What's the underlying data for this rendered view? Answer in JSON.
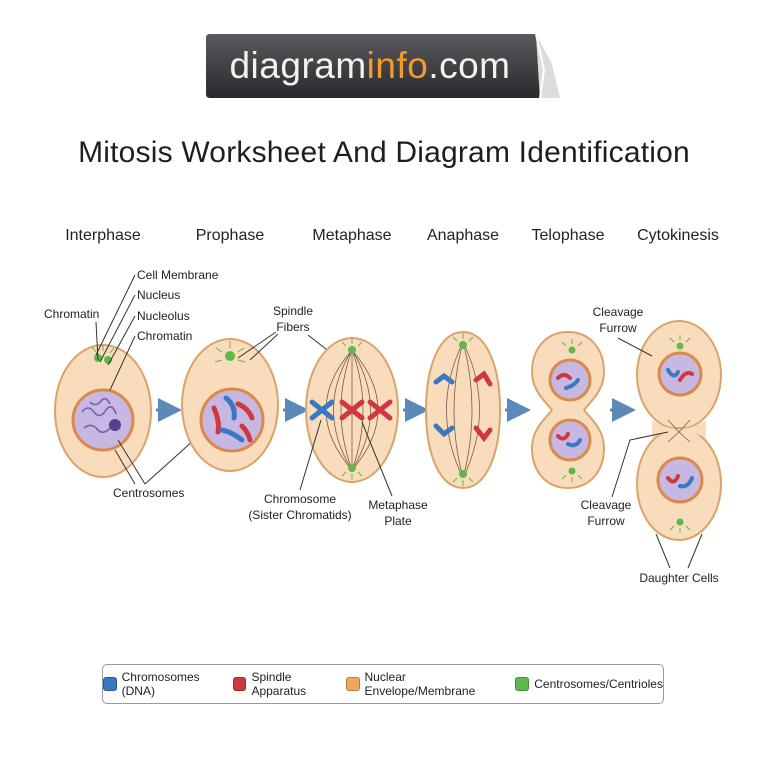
{
  "banner": {
    "text_main": "diagram",
    "text_accent": "info",
    "text_suffix": ".com"
  },
  "title": "Mitosis Worksheet And Diagram Identification",
  "stages": [
    "Interphase",
    "Prophase",
    "Metaphase",
    "Anaphase",
    "Telophase",
    "Cytokinesis"
  ],
  "labels": {
    "cell_membrane": "Cell Membrane",
    "nucleus": "Nucleus",
    "nucleolus": "Nucleolus",
    "chromatin_left": "Chromatin",
    "chromatin_right": "Chromatin",
    "centrosomes": "Centrosomes",
    "spindle_fibers": [
      "Spindle",
      "Fibers"
    ],
    "chromosome": [
      "Chromosome",
      "(Sister Chromatids)"
    ],
    "metaphase_plate": [
      "Metaphase",
      "Plate"
    ],
    "cleavage_furrow_top": [
      "Cleavage",
      "Furrow"
    ],
    "cleavage_furrow_bottom": [
      "Cleavage",
      "Furrow"
    ],
    "daughter_cells": "Daughter Cells"
  },
  "legend": [
    {
      "label": "Chromosomes (DNA)",
      "color": "#3a78c2"
    },
    {
      "label": "Spindle Apparatus",
      "color": "#d0383f"
    },
    {
      "label": "Nuclear Envelope/Membrane",
      "color": "#f2a65a"
    },
    {
      "label": "Centrosomes/Centrioles",
      "color": "#5fb84c"
    }
  ],
  "colors": {
    "cell_fill": "#f8dcbb",
    "cell_stroke": "#d9a46c",
    "nucleus_fill": "#c7b8e3",
    "nucleus_stroke": "#d98a4a",
    "chromosome_blue": "#3a78c2",
    "chromosome_red": "#d0383f",
    "centrosome": "#5fb84c",
    "arrow": "#5b8ab8"
  }
}
